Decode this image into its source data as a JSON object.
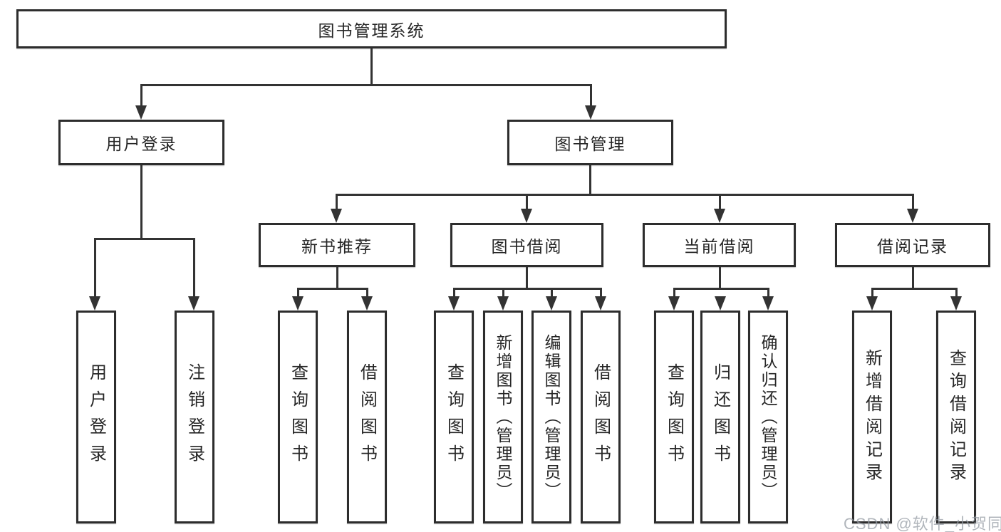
{
  "tree": {
    "root": "图书管理系统",
    "children": [
      {
        "label": "用户登录",
        "children": [
          {
            "label": "用户登录"
          },
          {
            "label": "注销登录"
          }
        ]
      },
      {
        "label": "图书管理",
        "children": [
          {
            "label": "新书推荐",
            "children": [
              {
                "label": "查询图书"
              },
              {
                "label": "借阅图书"
              }
            ]
          },
          {
            "label": "图书借阅",
            "children": [
              {
                "label": "查询图书"
              },
              {
                "label": "新增图书（管理员）"
              },
              {
                "label": "编辑图书（管理员）"
              },
              {
                "label": "借阅图书"
              }
            ]
          },
          {
            "label": "当前借阅",
            "children": [
              {
                "label": "查询图书"
              },
              {
                "label": "归还图书"
              },
              {
                "label": "确认归还（管理员）"
              }
            ]
          },
          {
            "label": "借阅记录",
            "children": [
              {
                "label": "新增借阅记录"
              },
              {
                "label": "查询借阅记录"
              }
            ]
          }
        ]
      }
    ]
  },
  "watermark": {
    "text": "CSDN @软件_小贺同学"
  },
  "colors": {
    "line": "#333333",
    "box_border": "#2d2d2d",
    "box_background": "#ffffff",
    "text": "#262626",
    "watermark": "#969ca4"
  }
}
